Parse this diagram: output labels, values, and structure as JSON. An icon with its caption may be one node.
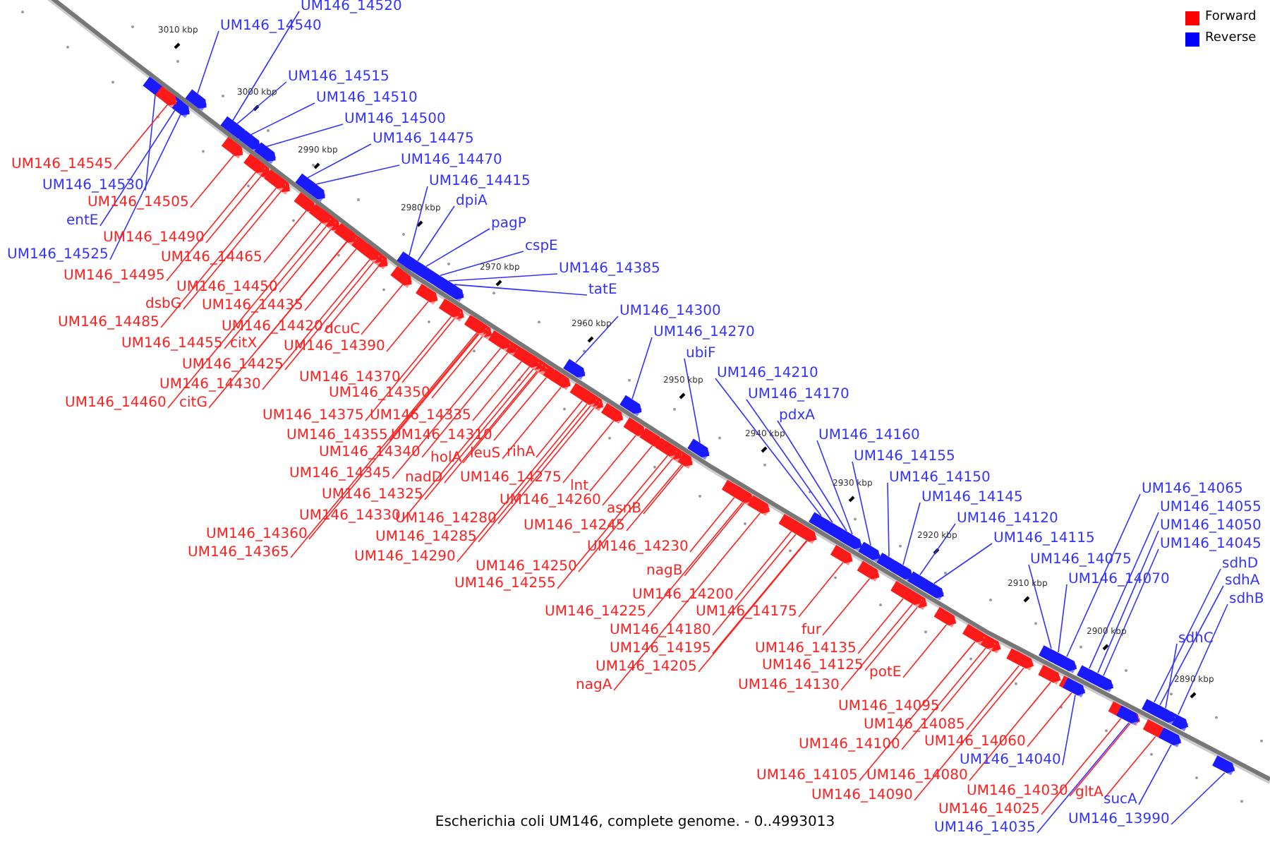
{
  "diagram": {
    "caption": "Escherichia coli UM146, complete genome. - 0..4993013",
    "nodes": [
      {
        "text": [
          "UM146_14520"
        ]
      },
      {
        "text": [
          "UM146_14540"
        ]
      },
      {
        "text": [
          "UM146_14515"
        ]
      },
      {
        "text": [
          "UM146_14510"
        ]
      },
      {
        "text": [
          "UM146_14500"
        ]
      },
      {
        "text": [
          "UM146_14475"
        ]
      },
      {
        "text": [
          "UM146_14470"
        ]
      },
      {
        "text": [
          "UM146_14415"
        ]
      },
      {
        "text": [
          "dpiA"
        ]
      },
      {
        "text": [
          "pagP"
        ]
      },
      {
        "text": [
          "cspE"
        ]
      },
      {
        "text": [
          "UM146_14385"
        ]
      },
      {
        "text": [
          "tatE"
        ]
      },
      {
        "text": [
          "UM146_14300"
        ]
      },
      {
        "text": [
          "UM146_14270"
        ]
      },
      {
        "text": [
          "ubiF"
        ]
      },
      {
        "text": [
          "UM146_14210"
        ]
      },
      {
        "text": [
          "UM146_14170"
        ]
      },
      {
        "text": [
          "pdxA"
        ]
      },
      {
        "text": [
          "UM146_14160"
        ]
      },
      {
        "text": [
          "UM146_14155"
        ]
      },
      {
        "text": [
          "UM146_14150"
        ]
      },
      {
        "text": [
          "UM146_14145"
        ]
      },
      {
        "text": [
          "UM146_14120"
        ]
      },
      {
        "text": [
          "UM146_14115"
        ]
      },
      {
        "text": [
          "UM146_14075"
        ]
      },
      {
        "text": [
          "UM146_14070"
        ]
      },
      {
        "text": [
          "UM146_14065"
        ]
      },
      {
        "text": [
          "UM146_14055"
        ]
      },
      {
        "text": [
          "UM146_14050"
        ]
      },
      {
        "text": [
          "UM146_14045"
        ]
      },
      {
        "text": [
          "sdhD"
        ]
      },
      {
        "text": [
          "sdhA"
        ]
      },
      {
        "text": [
          "sdhB"
        ]
      },
      {
        "text": [
          "sdhC"
        ]
      },
      {
        "text": [
          "UM146_14530"
        ]
      },
      {
        "text": [
          "entE"
        ]
      },
      {
        "text": [
          "UM146_14525"
        ]
      },
      {
        "text": [
          "UM146_14545"
        ]
      },
      {
        "text": [
          "UM146_14505"
        ]
      },
      {
        "text": [
          "UM146_14490"
        ]
      },
      {
        "text": [
          "UM146_14465"
        ]
      },
      {
        "text": [
          "UM146_14495"
        ]
      },
      {
        "text": [
          "UM146_14450"
        ]
      },
      {
        "text": [
          "dsbG"
        ]
      },
      {
        "text": [
          "UM146_14435"
        ]
      },
      {
        "text": [
          "UM146_14485"
        ]
      },
      {
        "text": [
          "UM146_14420"
        ]
      },
      {
        "text": [
          "dcuC"
        ]
      },
      {
        "text": [
          "UM146_14455"
        ]
      },
      {
        "text": [
          "citX"
        ]
      },
      {
        "text": [
          "UM146_14390"
        ]
      },
      {
        "text": [
          "UM146_14425"
        ]
      },
      {
        "text": [
          "UM146_14430"
        ]
      },
      {
        "text": [
          "citG"
        ]
      },
      {
        "text": [
          "UM146_14460"
        ]
      },
      {
        "text": [
          "UM146_14370"
        ]
      },
      {
        "text": [
          "UM146_14350"
        ]
      },
      {
        "text": [
          "UM146_14375"
        ]
      },
      {
        "text": [
          "UM146_14335"
        ]
      },
      {
        "text": [
          "UM146_14355"
        ]
      },
      {
        "text": [
          "UM146_14310"
        ]
      },
      {
        "text": [
          "UM146_14340"
        ]
      },
      {
        "text": [
          "holA"
        ]
      },
      {
        "text": [
          "leuS"
        ]
      },
      {
        "text": [
          "rihA"
        ]
      },
      {
        "text": [
          "UM146_14345"
        ]
      },
      {
        "text": [
          "nadD"
        ]
      },
      {
        "text": [
          "UM146_14275"
        ]
      },
      {
        "text": [
          "lnt"
        ]
      },
      {
        "text": [
          "UM146_14325"
        ]
      },
      {
        "text": [
          "UM146_14260"
        ]
      },
      {
        "text": [
          "UM146_14330"
        ]
      },
      {
        "text": [
          "UM146_14280"
        ]
      },
      {
        "text": [
          "UM146_14245"
        ]
      },
      {
        "text": [
          "asnB"
        ]
      },
      {
        "text": [
          "UM146_14360"
        ]
      },
      {
        "text": [
          "UM146_14285"
        ]
      },
      {
        "text": [
          "UM146_14230"
        ]
      },
      {
        "text": [
          "UM146_14365"
        ]
      },
      {
        "text": [
          "UM146_14290"
        ]
      },
      {
        "text": [
          "UM146_14250"
        ]
      },
      {
        "text": [
          "UM146_14255"
        ]
      },
      {
        "text": [
          "nagB"
        ]
      },
      {
        "text": [
          "UM146_14200"
        ]
      },
      {
        "text": [
          "UM146_14225"
        ]
      },
      {
        "text": [
          "UM146_14180"
        ]
      },
      {
        "text": [
          "UM146_14175"
        ]
      },
      {
        "text": [
          "UM146_14195"
        ]
      },
      {
        "text": [
          "UM146_14205"
        ]
      },
      {
        "text": [
          "nagA"
        ]
      },
      {
        "text": [
          "fur"
        ]
      },
      {
        "text": [
          "UM146_14135"
        ]
      },
      {
        "text": [
          "UM146_14125"
        ]
      },
      {
        "text": [
          "UM146_14130"
        ]
      },
      {
        "text": [
          "potE"
        ]
      },
      {
        "text": [
          "UM146_14095"
        ]
      },
      {
        "text": [
          "UM146_14085"
        ]
      },
      {
        "text": [
          "UM146_14100"
        ]
      },
      {
        "text": [
          "UM146_14060"
        ]
      },
      {
        "text": [
          "UM146_14105"
        ]
      },
      {
        "text": [
          "UM146_14080"
        ]
      },
      {
        "text": [
          "UM146_14090"
        ]
      },
      {
        "text": [
          "UM146_14030"
        ]
      },
      {
        "text": [
          "gltA"
        ]
      },
      {
        "text": [
          "UM146_14025"
        ]
      },
      {
        "text": [
          "UM146_14040"
        ]
      },
      {
        "text": [
          "UM146_14035"
        ]
      },
      {
        "text": [
          "UM146_13990"
        ]
      },
      {
        "text": [
          "sucA"
        ]
      },
      {
        "text": [],
        "shape": "box"
      },
      {
        "text": [],
        "shape": "box"
      },
      {
        "text": [],
        "shape": "box"
      },
      {
        "text": [],
        "shape": "box"
      },
      {
        "text": [],
        "shape": "box"
      },
      {
        "text": [],
        "shape": "box"
      },
      {
        "text": [],
        "shape": "box"
      },
      {
        "text": [],
        "shape": "box"
      },
      {
        "text": [],
        "shape": "box"
      },
      {
        "text": [],
        "shape": "box"
      },
      {
        "text": [],
        "shape": "box"
      },
      {
        "text": [],
        "shape": "box"
      },
      {
        "text": [],
        "shape": "box"
      },
      {
        "text": [],
        "shape": "box"
      },
      {
        "text": [],
        "shape": "box"
      },
      {
        "text": [],
        "shape": "box"
      },
      {
        "text": [],
        "shape": "box"
      },
      {
        "text": [],
        "shape": "box"
      },
      {
        "text": [],
        "shape": "box"
      },
      {
        "text": [],
        "shape": "box"
      },
      {
        "text": [],
        "shape": "box"
      },
      {
        "text": [],
        "shape": "box"
      },
      {
        "text": [],
        "shape": "box"
      },
      {
        "text": [],
        "shape": "box"
      },
      {
        "text": [],
        "shape": "box"
      },
      {
        "text": [],
        "shape": "box"
      },
      {
        "text": [],
        "shape": "box"
      },
      {
        "text": [],
        "shape": "box"
      },
      {
        "text": [],
        "shape": "box"
      },
      {
        "text": [],
        "shape": "box"
      },
      {
        "text": [],
        "shape": "box"
      },
      {
        "text": [],
        "shape": "box"
      },
      {
        "text": [],
        "shape": "box"
      },
      {
        "text": [],
        "shape": "box"
      },
      {
        "text": [],
        "shape": "box"
      },
      {
        "text": [],
        "shape": "box"
      },
      {
        "text": [],
        "shape": "box"
      },
      {
        "text": [],
        "shape": "box"
      },
      {
        "text": [],
        "shape": "box"
      },
      {
        "text": [],
        "shape": "box"
      },
      {
        "text": [],
        "shape": "box"
      },
      {
        "text": [],
        "shape": "box"
      },
      {
        "text": [],
        "shape": "box"
      },
      {
        "text": [],
        "shape": "box"
      },
      {
        "text": [],
        "shape": "box"
      },
      {
        "text": [],
        "shape": "box"
      },
      {
        "text": [],
        "shape": "box"
      },
      {
        "text": [],
        "shape": "box"
      },
      {
        "text": [],
        "shape": "box"
      },
      {
        "text": [],
        "shape": "box"
      },
      {
        "text": [],
        "shape": "box"
      },
      {
        "text": [],
        "shape": "box"
      },
      {
        "text": [],
        "shape": "box"
      },
      {
        "text": [],
        "shape": "box"
      },
      {
        "text": [],
        "shape": "box"
      },
      {
        "text": [],
        "shape": "box"
      },
      {
        "text": [],
        "shape": "box"
      },
      {
        "text": [],
        "shape": "box"
      },
      {
        "text": [],
        "shape": "box"
      },
      {
        "text": [],
        "shape": "box"
      },
      {
        "text": [],
        "shape": "box"
      },
      {
        "text": [],
        "shape": "box"
      },
      {
        "text": [],
        "shape": "box"
      },
      {
        "text": [],
        "shape": "box"
      },
      {
        "text": [],
        "shape": "box"
      },
      {
        "text": [],
        "shape": "box"
      },
      {
        "text": [],
        "shape": "box"
      },
      {
        "text": [],
        "shape": "box"
      },
      {
        "text": [],
        "shape": "box"
      },
      {
        "text": [],
        "shape": "box"
      },
      {
        "text": [],
        "shape": "box"
      },
      {
        "text": [],
        "shape": "box"
      },
      {
        "text": [],
        "shape": "box"
      },
      {
        "text": [],
        "shape": "box"
      },
      {
        "text": [],
        "shape": "box"
      },
      {
        "text": [],
        "shape": "box"
      },
      {
        "text": [],
        "shape": "box"
      },
      {
        "text": [],
        "shape": "box"
      },
      {
        "text": [],
        "shape": "box"
      },
      {
        "text": [],
        "shape": "box"
      },
      {
        "text": [],
        "shape": "box"
      },
      {
        "text": [],
        "shape": "box"
      },
      {
        "text": [],
        "shape": "box"
      },
      {
        "text": [],
        "shape": "box"
      },
      {
        "text": [],
        "shape": "box"
      },
      {
        "text": [],
        "shape": "box"
      },
      {
        "text": [],
        "shape": "box"
      },
      {
        "text": [],
        "shape": "box"
      },
      {
        "text": [],
        "shape": "box"
      },
      {
        "text": [],
        "shape": "box"
      },
      {
        "text": [],
        "shape": "box"
      },
      {
        "text": [],
        "shape": "box"
      },
      {
        "text": [],
        "shape": "box"
      },
      {
        "text": [],
        "shape": "box"
      },
      {
        "text": [],
        "shape": "box"
      },
      {
        "text": [],
        "shape": "box"
      },
      {
        "text": [],
        "shape": "box"
      },
      {
        "text": [],
        "shape": "box"
      },
      {
        "text": [],
        "shape": "box"
      },
      {
        "text": [],
        "shape": "box"
      },
      {
        "text": [],
        "shape": "box"
      },
      {
        "text": [],
        "shape": "box"
      },
      {
        "text": [],
        "shape": "box"
      },
      {
        "text": [],
        "shape": "box"
      },
      {
        "text": [],
        "shape": "box"
      },
      {
        "text": [],
        "shape": "box"
      },
      {
        "text": [],
        "shape": "box"
      },
      {
        "text": [],
        "shape": "box"
      },
      {
        "text": [],
        "shape": "box"
      },
      {
        "text": [],
        "shape": "box"
      }
    ],
    "edges": [
      {
        "from": 0,
        "to": 110,
        "arrow": "none",
        "color": "#3333ff"
      },
      {
        "from": 1,
        "to": 111,
        "arrow": "none",
        "color": "#3333ff"
      },
      {
        "from": 2,
        "to": 112,
        "arrow": "none",
        "color": "#3333ff"
      },
      {
        "from": 3,
        "to": 113,
        "arrow": "none",
        "color": "#3333ff"
      },
      {
        "from": 4,
        "to": 114,
        "arrow": "none",
        "color": "#3333ff"
      },
      {
        "from": 5,
        "to": 115,
        "arrow": "none",
        "color": "#3333ff"
      },
      {
        "from": 6,
        "to": 116,
        "arrow": "none",
        "color": "#3333ff"
      },
      {
        "from": 7,
        "to": 117,
        "arrow": "none",
        "color": "#3333ff"
      },
      {
        "from": 8,
        "to": 118,
        "arrow": "none",
        "color": "#3333ff"
      },
      {
        "from": 9,
        "to": 119,
        "arrow": "none",
        "color": "#3333ff"
      },
      {
        "from": 10,
        "to": 120,
        "arrow": "none",
        "color": "#3333ff"
      },
      {
        "from": 11,
        "to": 121,
        "arrow": "none",
        "color": "#3333ff"
      },
      {
        "from": 12,
        "to": 122,
        "arrow": "none",
        "color": "#3333ff"
      },
      {
        "from": 13,
        "to": 123,
        "arrow": "none",
        "color": "#3333ff"
      },
      {
        "from": 14,
        "to": 124,
        "arrow": "none",
        "color": "#3333ff"
      },
      {
        "from": 15,
        "to": 125,
        "arrow": "none",
        "color": "#3333ff"
      },
      {
        "from": 16,
        "to": 126,
        "arrow": "none",
        "color": "#3333ff"
      },
      {
        "from": 17,
        "to": 127,
        "arrow": "none",
        "color": "#3333ff"
      },
      {
        "from": 18,
        "to": 128,
        "arrow": "none",
        "color": "#3333ff"
      },
      {
        "from": 19,
        "to": 129,
        "arrow": "none",
        "color": "#3333ff"
      },
      {
        "from": 20,
        "to": 130,
        "arrow": "none",
        "color": "#3333ff"
      },
      {
        "from": 21,
        "to": 131,
        "arrow": "none",
        "color": "#3333ff"
      },
      {
        "from": 22,
        "to": 132,
        "arrow": "none",
        "color": "#3333ff"
      },
      {
        "from": 23,
        "to": 133,
        "arrow": "none",
        "color": "#3333ff"
      },
      {
        "from": 24,
        "to": 134,
        "arrow": "none",
        "color": "#3333ff"
      },
      {
        "from": 25,
        "to": 135,
        "arrow": "none",
        "color": "#3333ff"
      },
      {
        "from": 26,
        "to": 136,
        "arrow": "none",
        "color": "#3333ff"
      },
      {
        "from": 27,
        "to": 137,
        "arrow": "none",
        "color": "#3333ff"
      },
      {
        "from": 28,
        "to": 138,
        "arrow": "none",
        "color": "#3333ff"
      },
      {
        "from": 29,
        "to": 139,
        "arrow": "none",
        "color": "#3333ff"
      },
      {
        "from": 30,
        "to": 140,
        "arrow": "none",
        "color": "#3333ff"
      },
      {
        "from": 31,
        "to": 141,
        "arrow": "none",
        "color": "#3333ff"
      },
      {
        "from": 32,
        "to": 142,
        "arrow": "none",
        "color": "#3333ff"
      },
      {
        "from": 33,
        "to": 143,
        "arrow": "none",
        "color": "#3333ff"
      },
      {
        "from": 34,
        "to": 144,
        "arrow": "none",
        "color": "#3333ff"
      },
      {
        "from": 35,
        "to": 145,
        "arrow": "none",
        "color": "#3333ff"
      },
      {
        "from": 36,
        "to": 146,
        "arrow": "none",
        "color": "#3333ff"
      },
      {
        "from": 37,
        "to": 147,
        "arrow": "none",
        "color": "#3333ff"
      },
      {
        "from": 38,
        "to": 148,
        "arrow": "none"
      },
      {
        "from": 39,
        "to": 149,
        "arrow": "none"
      },
      {
        "from": 40,
        "to": 150,
        "arrow": "none"
      },
      {
        "from": 41,
        "to": 151,
        "arrow": "none"
      },
      {
        "from": 42,
        "to": 152,
        "arrow": "none"
      },
      {
        "from": 43,
        "to": 153,
        "arrow": "none"
      },
      {
        "from": 44,
        "to": 154,
        "arrow": "none"
      },
      {
        "from": 45,
        "to": 155,
        "arrow": "none"
      },
      {
        "from": 46,
        "to": 156,
        "arrow": "none"
      },
      {
        "from": 47,
        "to": 157,
        "arrow": "none"
      },
      {
        "from": 48,
        "to": 158,
        "arrow": "none"
      },
      {
        "from": 49,
        "to": 159,
        "arrow": "none"
      },
      {
        "from": 50,
        "to": 160,
        "arrow": "none"
      },
      {
        "from": 51,
        "to": 161,
        "arrow": "none"
      },
      {
        "from": 52,
        "to": 162,
        "arrow": "none"
      },
      {
        "from": 53,
        "to": 163,
        "arrow": "none"
      },
      {
        "from": 54,
        "to": 164,
        "arrow": "none"
      },
      {
        "from": 55,
        "to": 165,
        "arrow": "none"
      },
      {
        "from": 56,
        "to": 166,
        "arrow": "none"
      },
      {
        "from": 57,
        "to": 167,
        "arrow": "none"
      },
      {
        "from": 58,
        "to": 168,
        "arrow": "none"
      },
      {
        "from": 59,
        "to": 169,
        "arrow": "none"
      },
      {
        "from": 60,
        "to": 170,
        "arrow": "none"
      },
      {
        "from": 61,
        "to": 171,
        "arrow": "none"
      },
      {
        "from": 62,
        "to": 172,
        "arrow": "none"
      },
      {
        "from": 63,
        "to": 173,
        "arrow": "none"
      },
      {
        "from": 64,
        "to": 174,
        "arrow": "none"
      },
      {
        "from": 65,
        "to": 175,
        "arrow": "none"
      },
      {
        "from": 66,
        "to": 176,
        "arrow": "none"
      },
      {
        "from": 67,
        "to": 177,
        "arrow": "none"
      },
      {
        "from": 68,
        "to": 178,
        "arrow": "none"
      },
      {
        "from": 69,
        "to": 179,
        "arrow": "none"
      },
      {
        "from": 70,
        "to": 180,
        "arrow": "none"
      },
      {
        "from": 71,
        "to": 181,
        "arrow": "none"
      },
      {
        "from": 72,
        "to": 182,
        "arrow": "none"
      },
      {
        "from": 73,
        "to": 183,
        "arrow": "none"
      },
      {
        "from": 74,
        "to": 184,
        "arrow": "none"
      },
      {
        "from": 75,
        "to": 185,
        "arrow": "none"
      },
      {
        "from": 76,
        "to": 186,
        "arrow": "none"
      },
      {
        "from": 77,
        "to": 187,
        "arrow": "none"
      },
      {
        "from": 78,
        "to": 188,
        "arrow": "none"
      },
      {
        "from": 79,
        "to": 189,
        "arrow": "none"
      },
      {
        "from": 80,
        "to": 190,
        "arrow": "none"
      },
      {
        "from": 81,
        "to": 191,
        "arrow": "none"
      },
      {
        "from": 82,
        "to": 192,
        "arrow": "none"
      },
      {
        "from": 83,
        "to": 193,
        "arrow": "none"
      },
      {
        "from": 84,
        "to": 194,
        "arrow": "none"
      },
      {
        "from": 85,
        "to": 195,
        "arrow": "none"
      },
      {
        "from": 86,
        "to": 196,
        "arrow": "none"
      },
      {
        "from": 87,
        "to": 197,
        "arrow": "none"
      },
      {
        "from": 88,
        "to": 198,
        "arrow": "none"
      },
      {
        "from": 89,
        "to": 199,
        "arrow": "none"
      },
      {
        "from": 90,
        "to": 200,
        "arrow": "none"
      },
      {
        "from": 91,
        "to": 201,
        "arrow": "none"
      },
      {
        "from": 92,
        "to": 202,
        "arrow": "none"
      },
      {
        "from": 93,
        "to": 203,
        "arrow": "none"
      },
      {
        "from": 94,
        "to": 204,
        "arrow": "none"
      },
      {
        "from": 95,
        "to": 205,
        "arrow": "none"
      },
      {
        "from": 96,
        "to": 206,
        "arrow": "none"
      },
      {
        "from": 97,
        "to": 207,
        "arrow": "none"
      },
      {
        "from": 98,
        "to": 208,
        "arrow": "none"
      },
      {
        "from": 99,
        "to": 209,
        "arrow": "none"
      },
      {
        "from": 100,
        "to": 210,
        "arrow": "none"
      },
      {
        "from": 101,
        "to": 211,
        "arrow": "none"
      },
      {
        "from": 102,
        "to": 212,
        "arrow": "none"
      },
      {
        "from": 103,
        "to": 213,
        "arrow": "none"
      },
      {
        "from": 104,
        "to": 214,
        "arrow": "none"
      },
      {
        "from": 105,
        "to": 215,
        "arrow": "none"
      },
      {
        "from": 106,
        "to": 216,
        "arrow": "none",
        "color": "#3333ff"
      },
      {
        "from": 107,
        "to": 217,
        "arrow": "none",
        "color": "#3333ff"
      },
      {
        "from": 108,
        "to": 218,
        "arrow": "none",
        "color": "#3333ff"
      },
      {
        "from": 109,
        "to": 219,
        "arrow": "none",
        "color": "#3333ff"
      }
    ],
    "labels": [
      "3010 kbp",
      "3000 kbp",
      "2990 kbp",
      "2980 kbp",
      "2970 kbp",
      "2960 kbp",
      "2950 kbp",
      "2940 kbp",
      "2930 kbp",
      "2920 kbp",
      "2910 kbp",
      "2900 kbp",
      "2890 kbp"
    ],
    "legend": [
      {
        "text": "Forward",
        "color": "#ff0000"
      },
      {
        "text": "Reverse",
        "color": "#0000ff"
      }
    ]
  }
}
